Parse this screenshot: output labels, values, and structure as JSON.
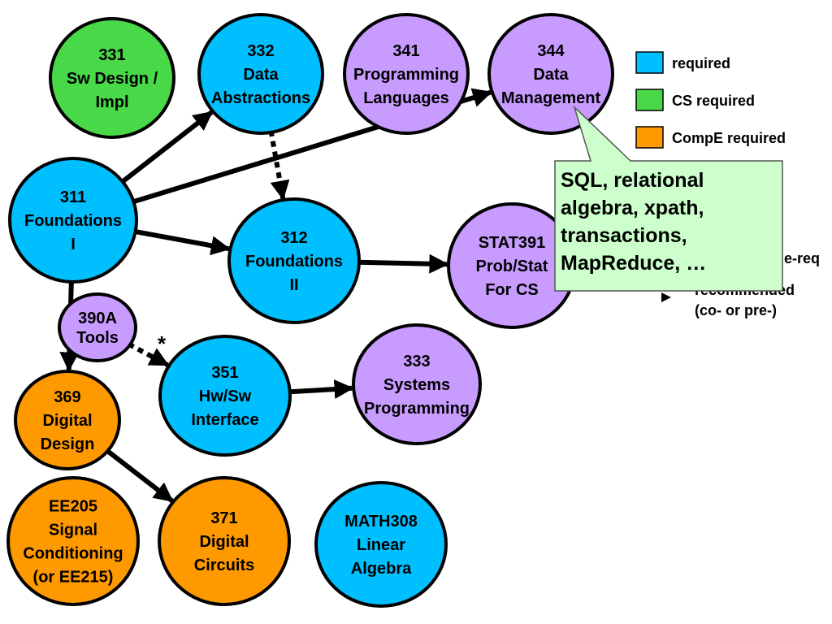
{
  "colors": {
    "required": "#00bfff",
    "cs_required": "#48d848",
    "compe_required": "#ff9900",
    "elective": "#c89bff",
    "callout": "#ccffcc",
    "edge": "#000000"
  },
  "nodes": {
    "n331": {
      "lines": [
        "331",
        "Sw Design /",
        "Impl"
      ],
      "category": "cs_required"
    },
    "n332": {
      "lines": [
        "332",
        "Data",
        "Abstractions"
      ],
      "category": "required"
    },
    "n341": {
      "lines": [
        "341",
        "Programming",
        "Languages"
      ],
      "category": "elective"
    },
    "n344": {
      "lines": [
        "344",
        "Data",
        "Management"
      ],
      "category": "elective"
    },
    "n311": {
      "lines": [
        "311",
        "Foundations",
        "I"
      ],
      "category": "required"
    },
    "n312": {
      "lines": [
        "312",
        "Foundations",
        "II"
      ],
      "category": "required"
    },
    "nstat391": {
      "lines": [
        "STAT391",
        "Prob/Stat",
        "For CS"
      ],
      "category": "elective"
    },
    "n390a": {
      "lines": [
        "390A",
        "Tools"
      ],
      "category": "elective"
    },
    "n351": {
      "lines": [
        "351",
        "Hw/Sw",
        "Interface"
      ],
      "category": "required"
    },
    "n333": {
      "lines": [
        "333",
        "Systems",
        "Programming"
      ],
      "category": "elective"
    },
    "n369": {
      "lines": [
        "369",
        "Digital",
        "Design"
      ],
      "category": "compe_required"
    },
    "nee205": {
      "lines": [
        "EE205",
        "Signal",
        "Conditioning",
        "(or EE215)"
      ],
      "category": "compe_required"
    },
    "n371": {
      "lines": [
        "371",
        "Digital",
        "Circuits"
      ],
      "category": "compe_required"
    },
    "nmath308": {
      "lines": [
        "MATH308",
        "Linear",
        "Algebra"
      ],
      "category": "required"
    }
  },
  "edges": [
    {
      "from": "n311",
      "to": "n332",
      "style": "solid"
    },
    {
      "from": "n311",
      "to": "n344",
      "style": "solid"
    },
    {
      "from": "n311",
      "to": "n312",
      "style": "solid"
    },
    {
      "from": "n311",
      "to": "n369",
      "style": "solid"
    },
    {
      "from": "n332",
      "to": "n312",
      "style": "dotted"
    },
    {
      "from": "n312",
      "to": "nstat391",
      "style": "solid"
    },
    {
      "from": "n390a",
      "to": "n351",
      "style": "dotted"
    },
    {
      "from": "n351",
      "to": "n333",
      "style": "solid"
    },
    {
      "from": "n369",
      "to": "n371",
      "style": "solid"
    }
  ],
  "star_label": "*",
  "legend": {
    "items": [
      {
        "label": "required",
        "category": "required"
      },
      {
        "label": "CS required",
        "category": "cs_required"
      },
      {
        "label": "CompE required",
        "category": "compe_required"
      }
    ],
    "partial_prereq": "e-req",
    "partial_recommended": "recommended",
    "co_or_pre": "(co- or pre-)"
  },
  "callout": {
    "lines": [
      "SQL, relational",
      "algebra, xpath,",
      "transactions,",
      "MapReduce, …"
    ]
  }
}
